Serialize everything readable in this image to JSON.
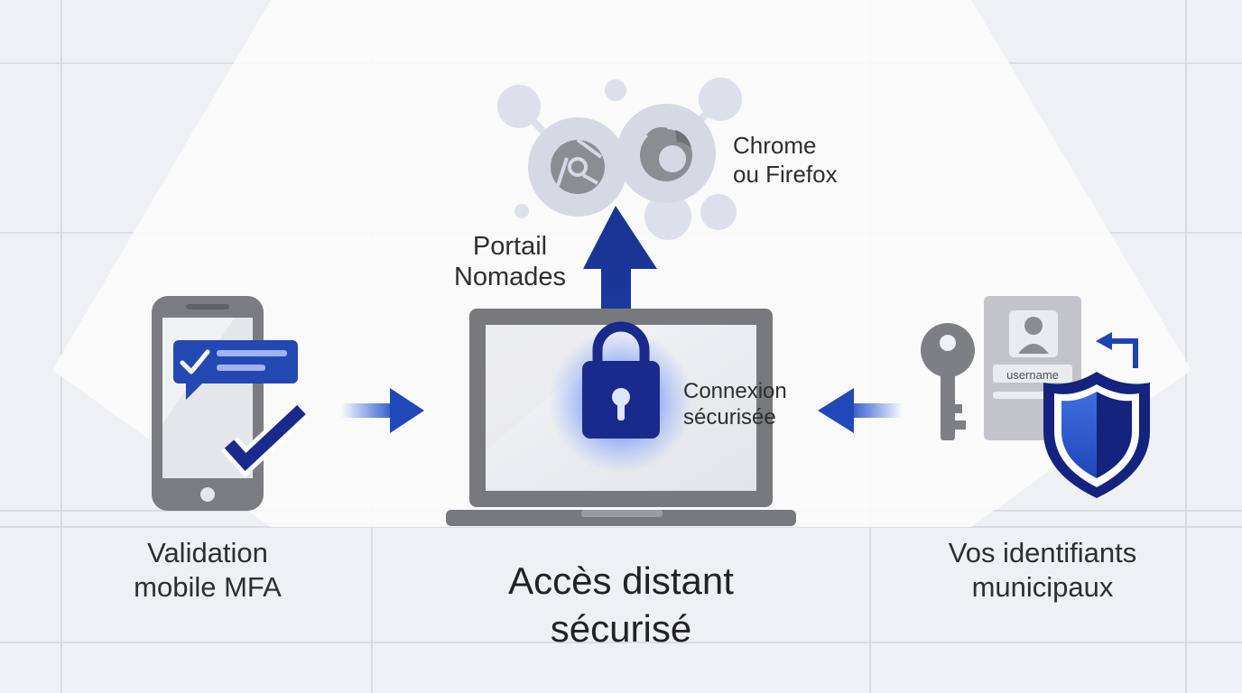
{
  "diagram": {
    "title_lines": [
      "Accès distant",
      "sécurisé"
    ],
    "portal_label_lines": [
      "Portail",
      "Nomades"
    ],
    "browsers_label_lines": [
      "Chrome",
      "ou Firefox"
    ],
    "connection_label_lines": [
      "Connexion",
      "sécurisée"
    ],
    "mfa_label_lines": [
      "Validation",
      "mobile MFA"
    ],
    "credentials_label_lines": [
      "Vos identifiants",
      "municipaux"
    ],
    "username_field": "username"
  },
  "icons": {
    "browsers": [
      "chrome-icon",
      "firefox-icon"
    ],
    "center": "padlock-icon",
    "left": "smartphone-icon",
    "right": [
      "key-icon",
      "user-card-icon",
      "shield-icon"
    ]
  },
  "colors": {
    "accent_blue": "#1f3f9e",
    "dark_blue": "#1a2a8c",
    "glow_blue": "#2f5bff",
    "device_gray": "#7a7c80",
    "background": "#eef0f3"
  }
}
